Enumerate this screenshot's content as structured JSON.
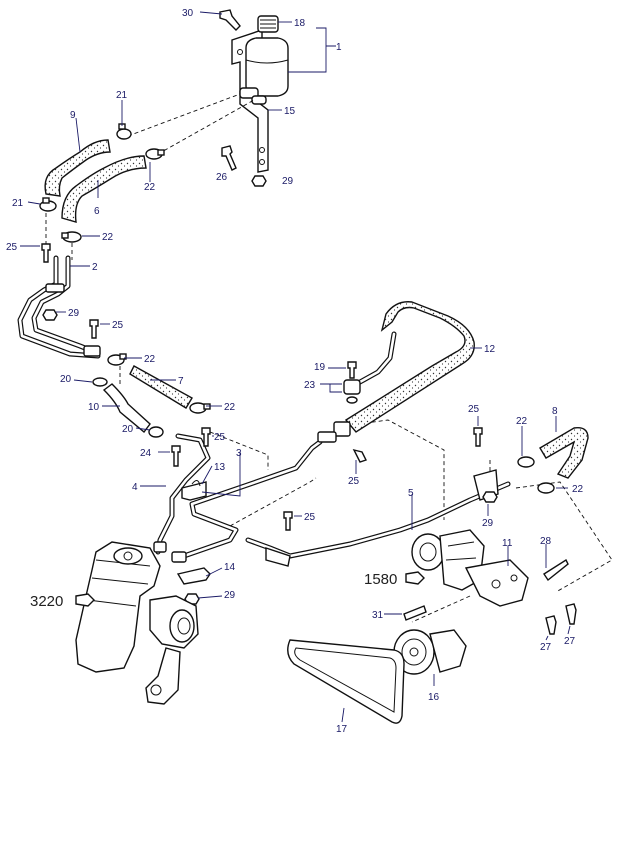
{
  "labels": {
    "p1": "1",
    "p2": "2",
    "p3": "3",
    "p4": "4",
    "p5": "5",
    "p6": "6",
    "p7": "7",
    "p8": "8",
    "p9": "9",
    "p10": "10",
    "p11": "11",
    "p12": "12",
    "p13": "13",
    "p14": "14",
    "p15": "15",
    "p16": "16",
    "p17": "17",
    "p18": "18",
    "p19": "19",
    "p20a": "20",
    "p20b": "20",
    "p21a": "21",
    "p21b": "21",
    "p22a": "22",
    "p22b": "22",
    "p22c": "22",
    "p22d": "22",
    "p22e": "22",
    "p22f": "22",
    "p23": "23",
    "p24": "24",
    "p25a": "25",
    "p25b": "25",
    "p25c": "25",
    "p25d": "25",
    "p25e": "25",
    "p25f": "25",
    "p26": "26",
    "p27a": "27",
    "p27b": "27",
    "p28": "28",
    "p29a": "29",
    "p29b": "29",
    "p29c": "29",
    "p29d": "29",
    "p30": "30",
    "p31": "31"
  },
  "refs": {
    "gear_box": "3220",
    "pump_group": "1580"
  },
  "colors": {
    "line": "#111111",
    "label": "#1a1a66"
  }
}
